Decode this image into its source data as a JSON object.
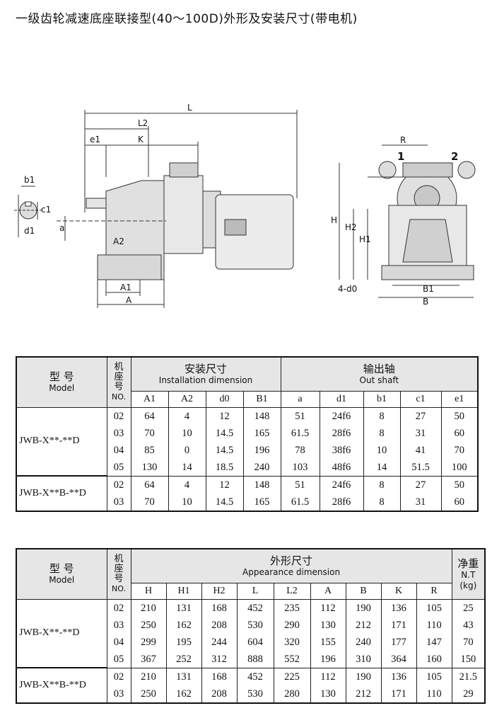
{
  "title": "一级齿轮减速底座联接型(40～100D)外形及安装尺寸(带电机)",
  "drawing": {
    "labels": {
      "L": "L",
      "L2": "L2",
      "K": "K",
      "e1": "e1",
      "b1": "b1",
      "c1": "c1",
      "d1": "d1",
      "a": "a",
      "A2": "A2",
      "A1": "A1",
      "A": "A",
      "R": "R",
      "n1": "1",
      "n2": "2",
      "H": "H",
      "H2": "H2",
      "H1": "H1",
      "d0": "4-d0",
      "B1": "B1",
      "B": "B"
    }
  },
  "table1": {
    "model_cn": "型 号",
    "model_en": "Model",
    "frame_cn": [
      "机",
      "座",
      "号"
    ],
    "frame_en": "NO.",
    "install_cn": "安装尺寸",
    "install_en": "Installation dimension",
    "shaft_cn": "输出轴",
    "shaft_en": "Out shaft",
    "columns": [
      "A1",
      "A2",
      "d0",
      "B1",
      "a",
      "d1",
      "b1",
      "c1",
      "e1"
    ],
    "groups": [
      {
        "model": "JWB-X**-**D",
        "rows": [
          [
            "02",
            "64",
            "4",
            "12",
            "148",
            "51",
            "24f6",
            "8",
            "27",
            "50"
          ],
          [
            "03",
            "70",
            "10",
            "14.5",
            "165",
            "61.5",
            "28f6",
            "8",
            "31",
            "60"
          ],
          [
            "04",
            "85",
            "0",
            "14.5",
            "196",
            "78",
            "38f6",
            "10",
            "41",
            "70"
          ],
          [
            "05",
            "130",
            "14",
            "18.5",
            "240",
            "103",
            "48f6",
            "14",
            "51.5",
            "100"
          ]
        ]
      },
      {
        "model": "JWB-X**B-**D",
        "rows": [
          [
            "02",
            "64",
            "4",
            "12",
            "148",
            "51",
            "24f6",
            "8",
            "27",
            "50"
          ],
          [
            "03",
            "70",
            "10",
            "14.5",
            "165",
            "61.5",
            "28f6",
            "8",
            "31",
            "60"
          ]
        ]
      }
    ]
  },
  "table2": {
    "model_cn": "型 号",
    "model_en": "Model",
    "frame_cn": [
      "机",
      "座",
      "号"
    ],
    "frame_en": "NO.",
    "appear_cn": "外形尺寸",
    "appear_en": "Appearance dimension",
    "weight_cn": "净重",
    "weight_en": "N.T",
    "weight_unit": "(kg)",
    "columns": [
      "H",
      "H1",
      "H2",
      "L",
      "L2",
      "A",
      "B",
      "K",
      "R"
    ],
    "groups": [
      {
        "model": "JWB-X**-**D",
        "rows": [
          [
            "02",
            "210",
            "131",
            "168",
            "452",
            "235",
            "112",
            "190",
            "136",
            "105",
            "25"
          ],
          [
            "03",
            "250",
            "162",
            "208",
            "530",
            "290",
            "130",
            "212",
            "171",
            "110",
            "43"
          ],
          [
            "04",
            "299",
            "195",
            "244",
            "604",
            "320",
            "155",
            "240",
            "177",
            "147",
            "70"
          ],
          [
            "05",
            "367",
            "252",
            "312",
            "888",
            "552",
            "196",
            "310",
            "364",
            "160",
            "150"
          ]
        ]
      },
      {
        "model": "JWB-X**B-**D",
        "rows": [
          [
            "02",
            "210",
            "131",
            "168",
            "452",
            "225",
            "112",
            "190",
            "136",
            "105",
            "21.5"
          ],
          [
            "03",
            "250",
            "162",
            "208",
            "530",
            "280",
            "130",
            "212",
            "171",
            "110",
            "29"
          ]
        ]
      }
    ]
  }
}
